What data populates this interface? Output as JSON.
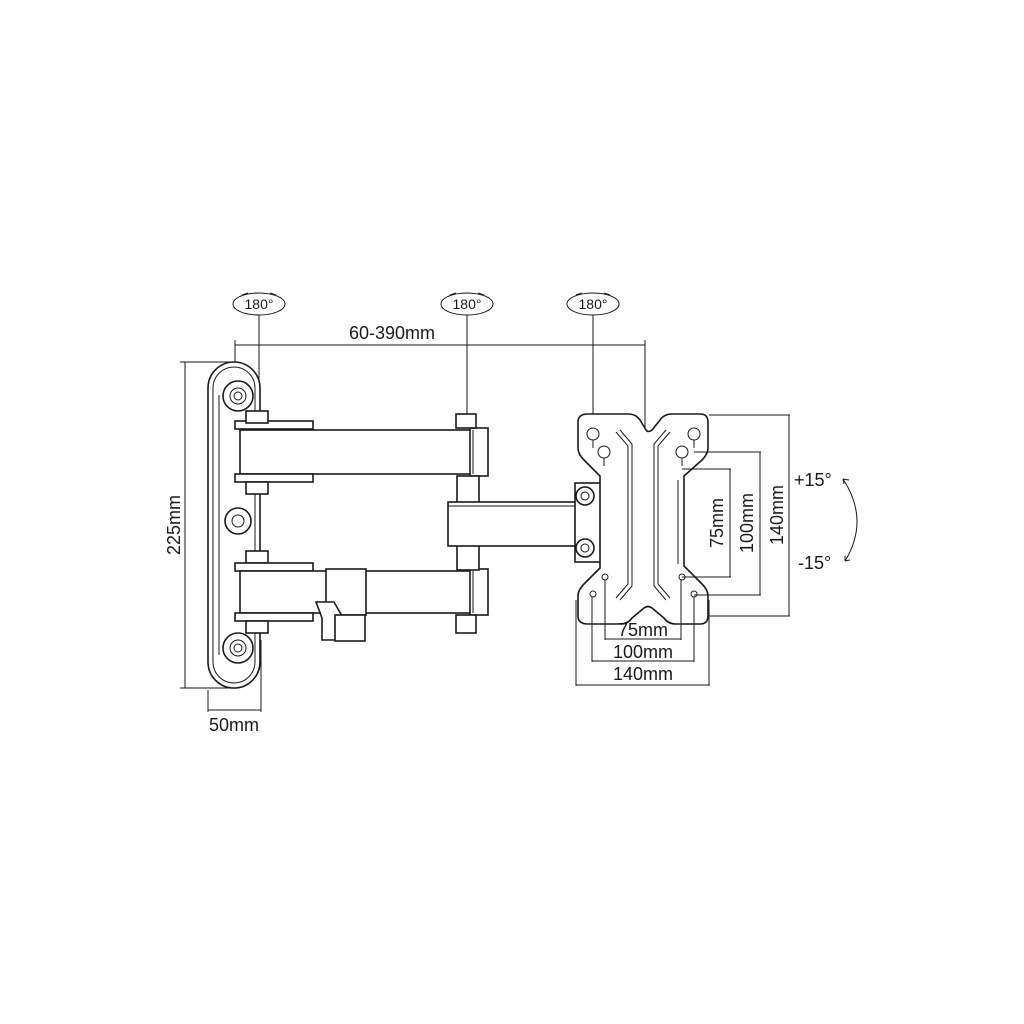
{
  "diagram": {
    "subject": "Full-motion monitor wall mount, top view",
    "rotation_labels": [
      {
        "id": "wall-pivot",
        "text": "180°"
      },
      {
        "id": "arm-pivot",
        "text": "180°"
      },
      {
        "id": "head-pivot",
        "text": "180°"
      }
    ],
    "dimensions": {
      "extension": "60-390mm",
      "wall_plate_height": "225mm",
      "wall_plate_depth": "50mm",
      "vesa_horizontal": [
        "75mm",
        "100mm",
        "140mm"
      ],
      "vesa_vertical": [
        "75mm",
        "100mm",
        "140mm"
      ]
    },
    "tilt": {
      "up": "+15°",
      "down": "-15°"
    },
    "colors": {
      "line": "#1a1a1a",
      "background": "#ffffff"
    }
  }
}
